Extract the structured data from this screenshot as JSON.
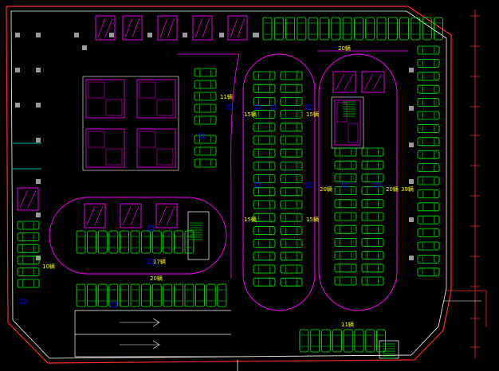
{
  "drawing": {
    "background": "#000000",
    "colors": {
      "outline": "#ff2a2a",
      "wall": "#ffffff",
      "car": "#00ff00",
      "ramp": "#ff00ff",
      "route": "#ff00ff",
      "room": "#ff00ff",
      "column": "#9a9a9a",
      "marker": "#0000ff",
      "label": "#ffff00",
      "cyan": "#00ffff"
    },
    "labels": {
      "top_right_count": "20辆",
      "upper_right_count": "11辆",
      "oval_left_top_count": "15辆",
      "oval_right_top_count": "15辆",
      "oval_left_mid_count": "20辆",
      "oval_right_mid_count": "20辆",
      "oval_far_right_count": "39辆",
      "oval_left_low_count": "15辆",
      "oval_right_low_count": "15辆",
      "left_side_count": "10辆",
      "loop_count": "17辆",
      "bottom_row_count": "20辆",
      "bottom_right_count": "11辆"
    }
  }
}
